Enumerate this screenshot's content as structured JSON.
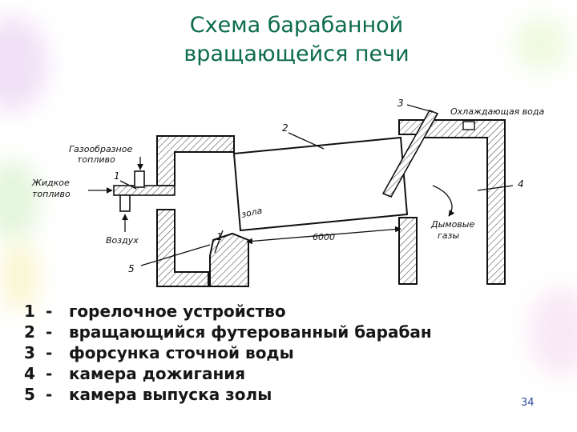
{
  "title": {
    "line1": "Схема барабанной",
    "line2": "вращающейся печи"
  },
  "diagram": {
    "labels": {
      "gas_fuel_l1": "Газообразное",
      "gas_fuel_l2": "топливо",
      "liquid_fuel_l1": "Жидкое",
      "liquid_fuel_l2": "топливо",
      "air": "Воздух",
      "ash": "зола",
      "length": "6000",
      "flue_gases_l1": "Дымовые",
      "flue_gases_l2": "газы",
      "cooling_water": "Охлаждающая вода"
    },
    "numbers": [
      "1",
      "2",
      "3",
      "4",
      "5"
    ],
    "colors": {
      "ink": "#111111",
      "hatch": "#555555"
    }
  },
  "legend": [
    {
      "num": "1",
      "dash": "-",
      "text": "горелочное устройство"
    },
    {
      "num": "2",
      "dash": "-",
      "text": "вращающийся футерованный барабан"
    },
    {
      "num": "3",
      "dash": "-",
      "text": "форсунка сточной воды"
    },
    {
      "num": "4",
      "dash": "-",
      "text": "камера дожигания"
    },
    {
      "num": "5",
      "dash": "-",
      "text": "камера выпуска золы"
    }
  ],
  "page_number": "34",
  "colors": {
    "title": "#0b6b4b",
    "legend_text": "#161616",
    "page_number": "#2b4a9a"
  }
}
